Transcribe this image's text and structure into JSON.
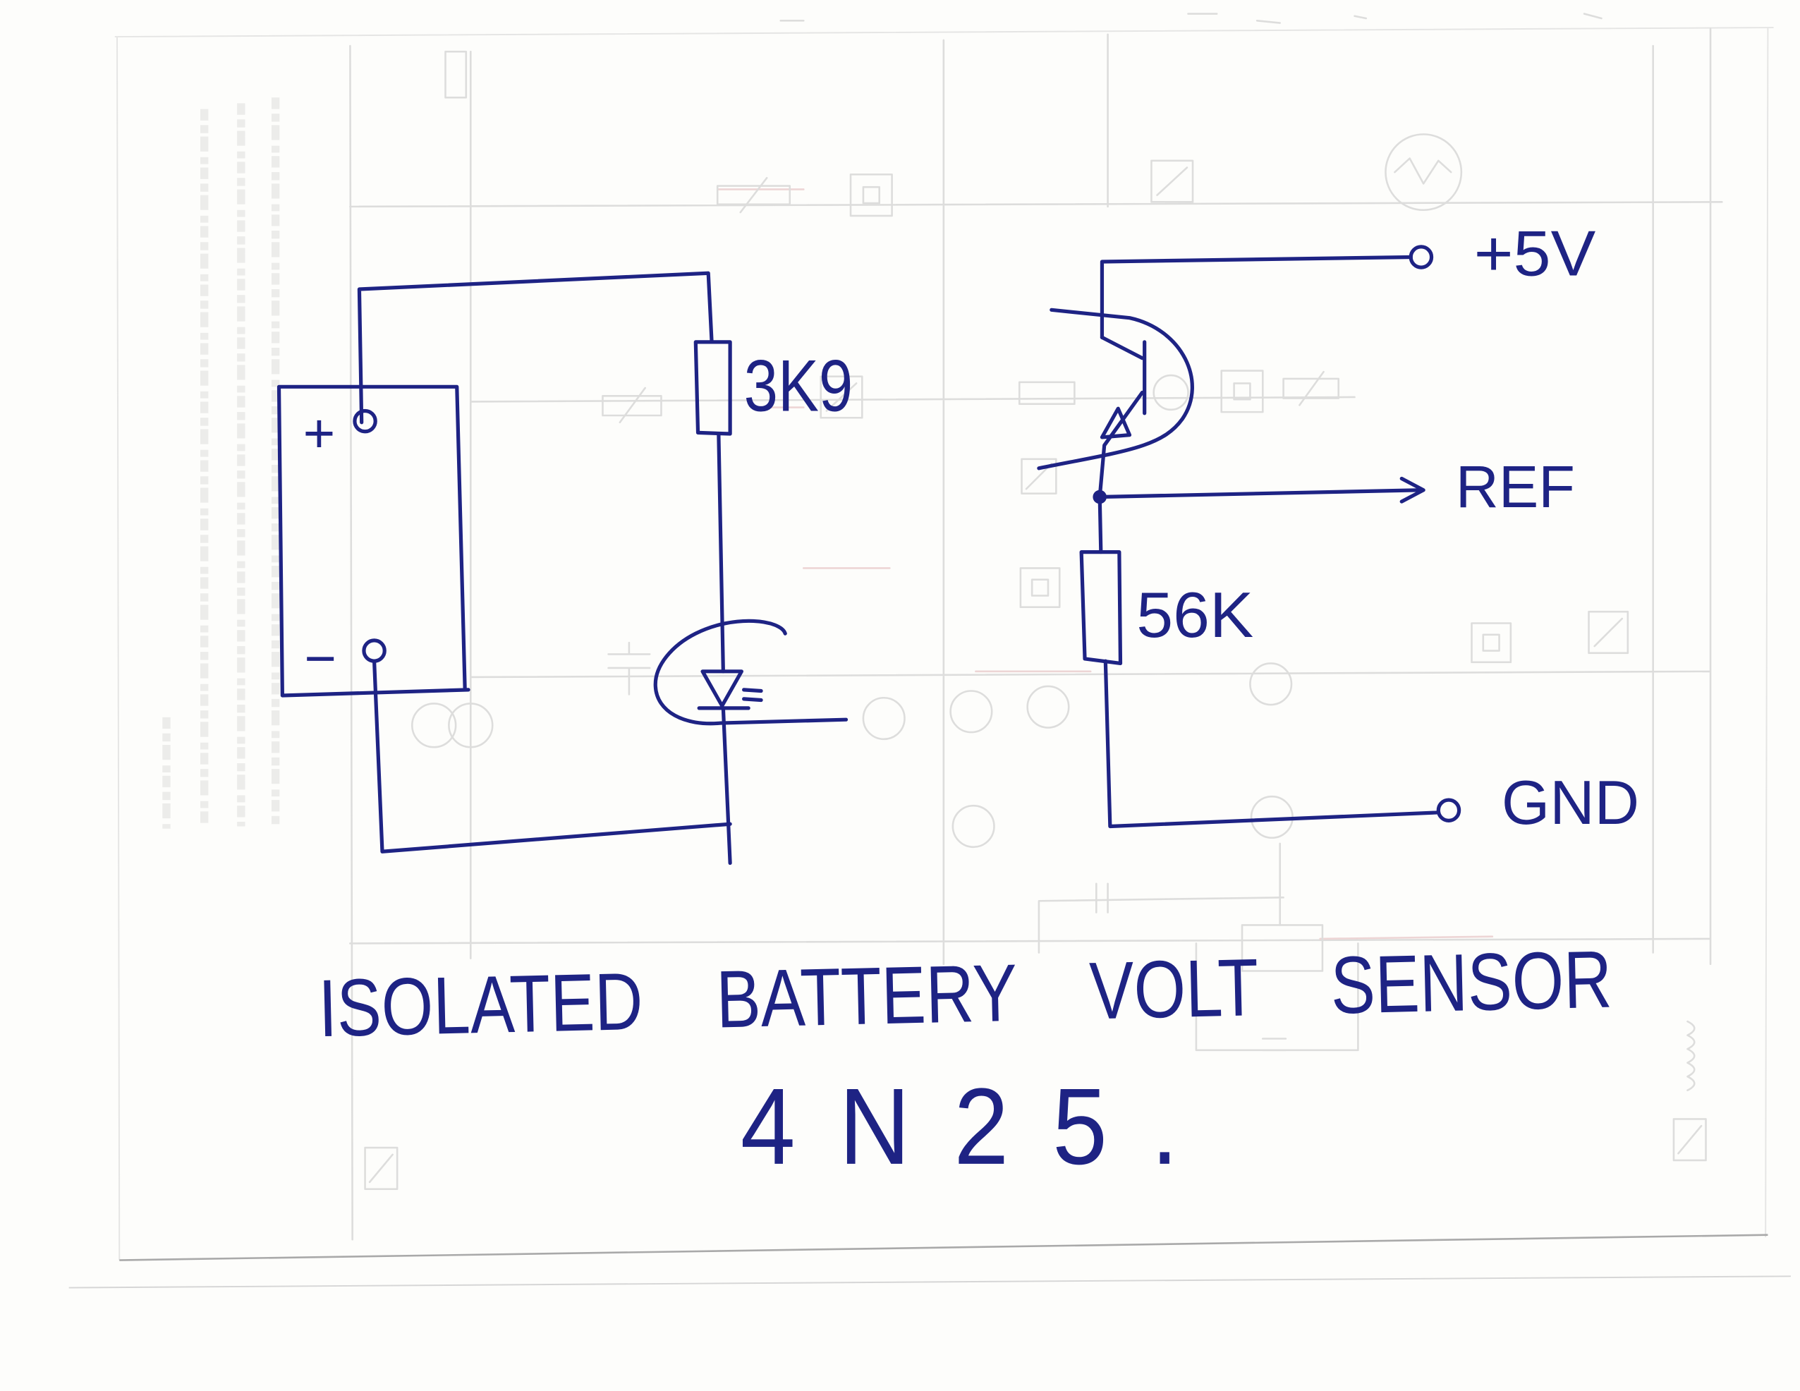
{
  "title": "ISOLATED BATTERY VOLT SENSOR",
  "part_number": "4N25.",
  "battery": {
    "positive_label": "+",
    "negative_label": "−"
  },
  "led_side": {
    "resistor": "3K9"
  },
  "transistor_side": {
    "resistor": "56K",
    "supply_terminal": "+5V",
    "reference_output": "REF",
    "ground_terminal": "GND"
  },
  "colors": {
    "ink": "#1e2384",
    "paper": "#fdfdfb",
    "show_through_gray": "#c9c9c9",
    "show_through_red": "#e4bcbc"
  }
}
